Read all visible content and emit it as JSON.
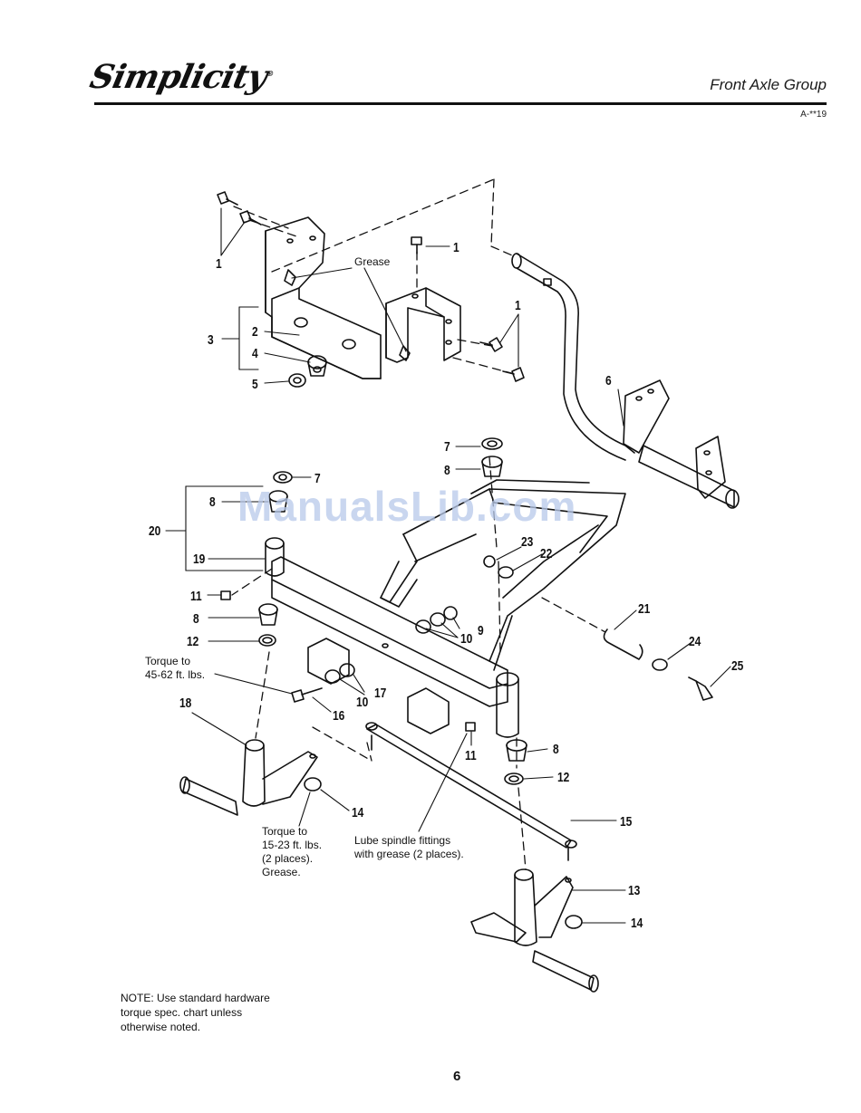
{
  "header": {
    "brand": "Simplicity",
    "section_title": "Front Axle Group",
    "doc_code": "A-**19"
  },
  "watermark": "ManualsLib.com",
  "callouts": {
    "grease": "Grease",
    "torque_16": "Torque to\n45-62 ft. lbs.",
    "torque_14": "Torque to\n15-23 ft. lbs.\n(2 places).\nGrease.",
    "lube": "Lube spindle fittings\nwith grease (2 places)."
  },
  "part_numbers": {
    "p1a": "1",
    "p1b": "1",
    "p1c": "1",
    "p2": "2",
    "p3": "3",
    "p4": "4",
    "p5": "5",
    "p6": "6",
    "p7a": "7",
    "p7b": "7",
    "p8a": "8",
    "p8b": "8",
    "p8c": "8",
    "p8d": "8",
    "p9": "9",
    "p10a": "10",
    "p10b": "10",
    "p11a": "11",
    "p11b": "11",
    "p12a": "12",
    "p12b": "12",
    "p13": "13",
    "p14a": "14",
    "p14b": "14",
    "p15": "15",
    "p16": "16",
    "p17": "17",
    "p18": "18",
    "p19": "19",
    "p20": "20",
    "p21": "21",
    "p22": "22",
    "p23": "23",
    "p24": "24",
    "p25": "25"
  },
  "note": "NOTE: Use standard hardware\ntorque spec. chart unless\notherwise noted.",
  "page_number": "6"
}
